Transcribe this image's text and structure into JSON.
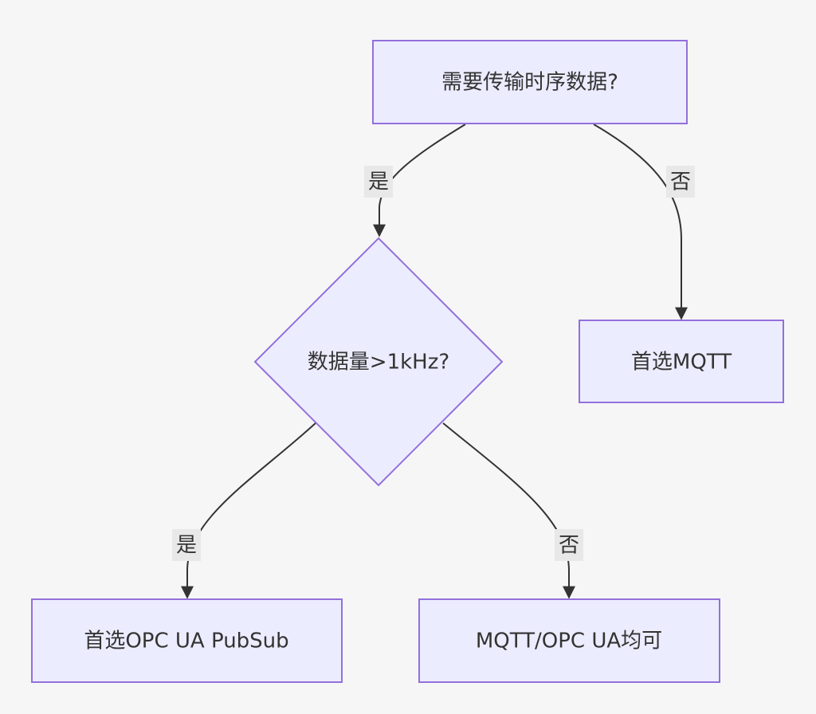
{
  "nodes": {
    "q1": "需要传输时序数据?",
    "q2": "数据量>1kHz?",
    "mqtt": "首选MQTT",
    "opcua": "首选OPC UA PubSub",
    "either": "MQTT/OPC UA均可"
  },
  "edges": {
    "q1_yes": "是",
    "q1_no": "否",
    "q2_yes": "是",
    "q2_no": "否"
  },
  "colors": {
    "node_fill": "#ececff",
    "node_stroke": "#9370db",
    "edge": "#333333",
    "label_bg": "#e8e8e8",
    "background": "#f6f6f6"
  }
}
